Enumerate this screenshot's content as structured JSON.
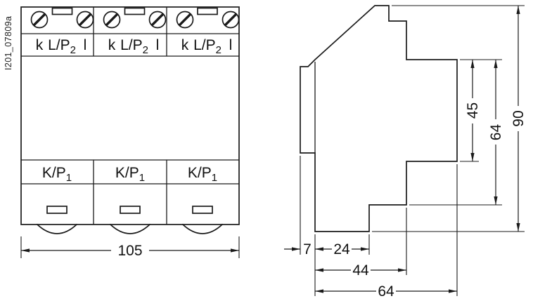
{
  "drawing_id": "I201_07809a",
  "front_view": {
    "terminal_top": {
      "k": "k",
      "lp_main": "L/P",
      "lp_sub": "2",
      "l": "l"
    },
    "terminal_bottom": {
      "kp_main": "K/P",
      "kp_sub": "1"
    },
    "width_mm": "105"
  },
  "side_view": {
    "height_front": "45",
    "height_upper": "64",
    "height_total": "90",
    "depth_clip": "7",
    "depth_bottom": "24",
    "depth_mid": "44",
    "depth_total": "64"
  },
  "colors": {
    "line": "#1a1a1a",
    "background": "#ffffff"
  }
}
